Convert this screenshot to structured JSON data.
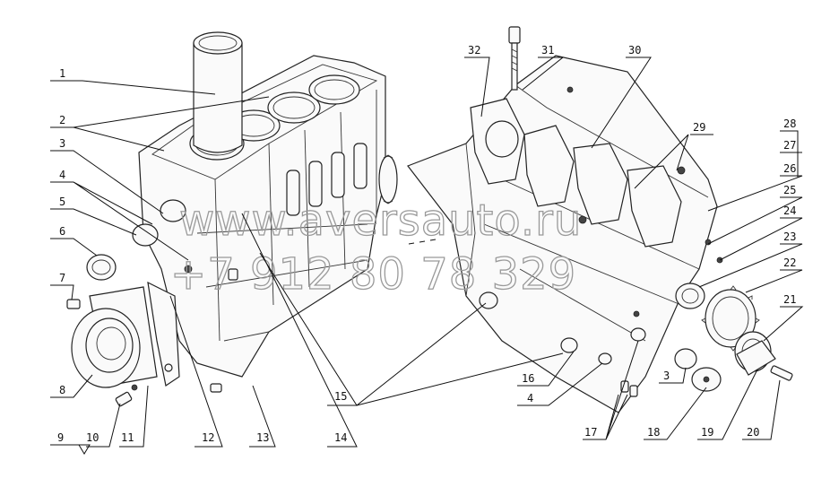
{
  "watermark": {
    "url": "www.aversauto.ru",
    "phone": "+7 912 80 78 329"
  },
  "callouts": [
    "1",
    "2",
    "3",
    "4",
    "5",
    "6",
    "7",
    "8",
    "9",
    "10",
    "11",
    "12",
    "13",
    "14",
    "15",
    "16",
    "17",
    "18",
    "19",
    "20",
    "21",
    "22",
    "23",
    "24",
    "25",
    "26",
    "27",
    "28",
    "29",
    "30",
    "31",
    "32"
  ]
}
